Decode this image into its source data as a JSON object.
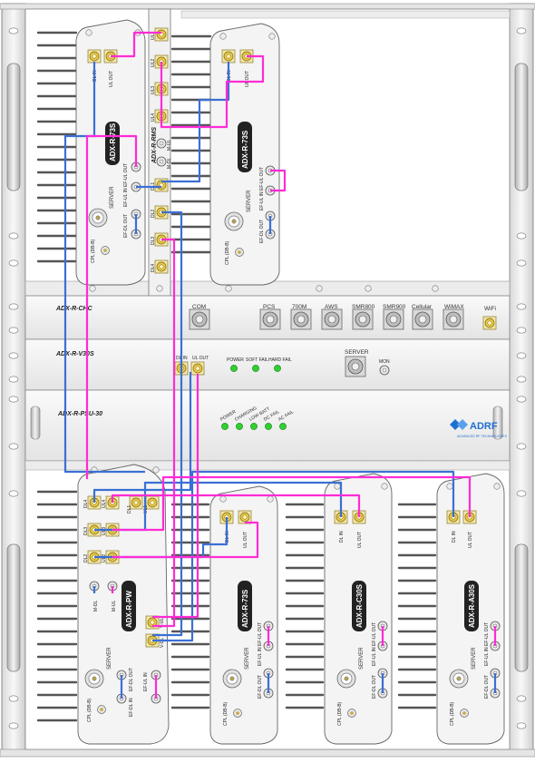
{
  "colors": {
    "dl_line": "#3b6fd4",
    "ul_line": "#ff2bd6",
    "led": "#2fd02f",
    "brand": "#1f6fd1",
    "module_body": "#f4f4f4",
    "chassis": "#e6e6e6"
  },
  "top_rack": {
    "module_left": {
      "title": "ADX-R-73S",
      "dl_in": "DL IN",
      "ul_out": "UL OUT",
      "ef_ul_out": "EF-UL OUT",
      "ef_ul_in": "EF-UL IN",
      "ef_dl_out": "EF-DL OUT",
      "ef_dl_in": "EF-DL IN",
      "server": "SERVER",
      "cpl": "CPL (DB-B)"
    },
    "center_strip": {
      "title": "ADX-R-RMS",
      "ports": [
        "UL1",
        "UL2",
        "UL3",
        "UL4",
        "M-UL",
        "M-DL",
        "DL1",
        "DL2",
        "DL3",
        "DL4"
      ]
    },
    "module_right": {
      "title": "ADX-R-73S",
      "dl_in": "DL IN",
      "ul_out": "UL OUT",
      "ef_ul_out": "EF-UL OUT",
      "ef_ul_in": "EF-UL IN",
      "ef_dl_out": "EF-DL OUT",
      "ef_dl_in": "EF-DL IN",
      "server": "SERVER",
      "cpl": "CPL (DB-B)"
    }
  },
  "chc": {
    "title": "ADX-R-CHC",
    "com": "COM",
    "bands": [
      "PCS",
      "700M",
      "AWS",
      "SMR800",
      "SMR900",
      "Cellular",
      "WiMAX"
    ],
    "wifi": "WiFi"
  },
  "v30s": {
    "title": "ADX-R-V30S",
    "dl_in": "DL IN",
    "ul_out": "UL OUT",
    "leds": [
      "POWER",
      "SOFT FAIL",
      "HARD FAIL"
    ],
    "server": "SERVER",
    "mon": "MON"
  },
  "psu": {
    "title": "ADX-R-PSU-30",
    "leds": [
      "POWER",
      "CHARGING",
      "LOW BATT",
      "DC FAIL",
      "AC FAIL"
    ],
    "brand": "ADRF",
    "brand_sub": "ADVANCED RF TECHNOLOGIES"
  },
  "bottom_rack": {
    "module_1": {
      "title": "ADX-R-PW",
      "ports_dl": [
        "DL4",
        "DL3",
        "DL2",
        "DL1"
      ],
      "ports_ul": [
        "UL4",
        "UL3",
        "UL2",
        "UL1"
      ],
      "m_dl": "M-DL",
      "m_ul": "M-UL",
      "v_ul": "V-UL",
      "v_dl": "V-DL",
      "server": "SERVER",
      "cpl": "CPL (DB-B)",
      "ef_dl_out": "EF-DL OUT",
      "ef_dl_in": "EF-DL IN",
      "ef_ul_out": "EF-UL OUT",
      "ef_ul_in": "EF-UL IN"
    },
    "module_2": {
      "title": "ADX-R-73S",
      "dl_in": "DL IN",
      "ul_out": "UL OUT",
      "ef_ul_out": "EF-UL OUT",
      "ef_ul_in": "EF-UL IN",
      "ef_dl_out": "EF-DL OUT",
      "ef_dl_in": "EF-DL IN",
      "server": "SERVER",
      "cpl": "CPL (DB-B)"
    },
    "module_3": {
      "title": "ADX-R-C30S",
      "dl_in": "DL IN",
      "ul_out": "UL OUT",
      "ef_ul_out": "EF-UL OUT",
      "ef_ul_in": "EF-UL IN",
      "ef_dl_out": "EF-DL OUT",
      "ef_dl_in": "EF-DL IN",
      "server": "SERVER",
      "cpl": "CPL (DB-B)"
    },
    "module_4": {
      "title": "ADX-R-A30S",
      "dl_in": "DL IN",
      "ul_out": "UL OUT",
      "ef_ul_out": "EF-UL OUT",
      "ef_ul_in": "EF-UL IN",
      "ef_dl_out": "EF-DL OUT",
      "ef_dl_in": "EF-DL IN",
      "server": "SERVER",
      "cpl": "CPL (DB-B)"
    }
  }
}
